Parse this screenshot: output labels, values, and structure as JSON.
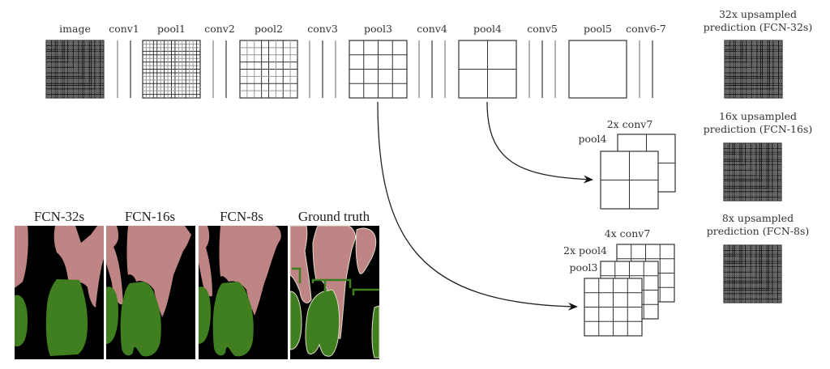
{
  "pipeline": {
    "stages": [
      {
        "id": "image",
        "label": "image",
        "kind": "grid",
        "grid": 32
      },
      {
        "id": "conv1",
        "label": "conv1",
        "kind": "conv",
        "lines": 2
      },
      {
        "id": "pool1",
        "label": "pool1",
        "kind": "grid",
        "grid": 16
      },
      {
        "id": "conv2",
        "label": "conv2",
        "kind": "conv",
        "lines": 2
      },
      {
        "id": "pool2",
        "label": "pool2",
        "kind": "grid",
        "grid": 8
      },
      {
        "id": "conv3",
        "label": "conv3",
        "kind": "conv",
        "lines": 3
      },
      {
        "id": "pool3",
        "label": "pool3",
        "kind": "grid",
        "grid": 4
      },
      {
        "id": "conv4",
        "label": "conv4",
        "kind": "conv",
        "lines": 3
      },
      {
        "id": "pool4",
        "label": "pool4",
        "kind": "grid",
        "grid": 2
      },
      {
        "id": "conv5",
        "label": "conv5",
        "kind": "conv",
        "lines": 3
      },
      {
        "id": "pool5",
        "label": "pool5",
        "kind": "grid",
        "grid": 1
      },
      {
        "id": "conv6-7",
        "label": "conv6-7",
        "kind": "conv",
        "lines": 2
      }
    ]
  },
  "outputs": [
    {
      "id": "fcn32",
      "line1": "32x upsampled",
      "line2": "prediction (FCN-32s)"
    },
    {
      "id": "fcn16",
      "line1": "16x upsampled",
      "line2": "prediction (FCN-16s)"
    },
    {
      "id": "fcn8",
      "line1": "8x upsampled",
      "line2": "prediction (FCN-8s)"
    }
  ],
  "fusion16": {
    "top_label": "2x conv7",
    "front_label": "pool4",
    "grid": 2
  },
  "fusion8": {
    "top_label": "4x conv7",
    "mid_label": "2x pool4",
    "front_label": "pool3",
    "grid": 4
  },
  "results": {
    "panels": [
      {
        "id": "fcn32s",
        "label": "FCN-32s"
      },
      {
        "id": "fcn16s",
        "label": "FCN-16s"
      },
      {
        "id": "fcn8s",
        "label": "FCN-8s"
      },
      {
        "id": "ground-truth",
        "label": "Ground truth"
      }
    ],
    "colors": {
      "background": "#000000",
      "person": "#bf8585",
      "bicycle": "#3f7f1f",
      "boundary": "#e0dcc8"
    }
  }
}
